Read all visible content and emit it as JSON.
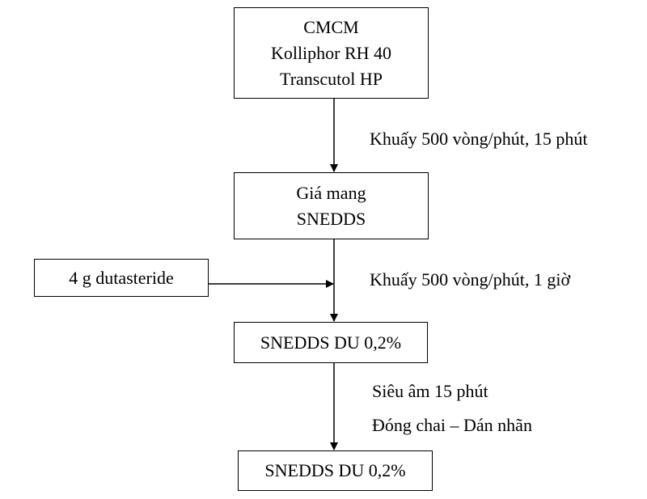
{
  "nodes": {
    "ingredients": {
      "lines": [
        "CMCM",
        "Kolliphor RH 40",
        "Transcutol HP"
      ]
    },
    "carrier": {
      "lines": [
        "Giá mang",
        "SNEDDS"
      ]
    },
    "api": {
      "label": "4 g dutasteride"
    },
    "intermediate": {
      "label": "SNEDDS DU 0,2%"
    },
    "final": {
      "label": "SNEDDS DU 0,2%"
    }
  },
  "steps": {
    "stir_15min": "Khuấy 500 vòng/phút, 15 phút",
    "stir_1h": "Khuấy 500 vòng/phút, 1 giờ",
    "sonicate": "Siêu âm 15 phút",
    "bottling": "Đóng chai – Dán nhãn"
  },
  "colors": {
    "stroke": "#000000",
    "background": "#ffffff"
  }
}
